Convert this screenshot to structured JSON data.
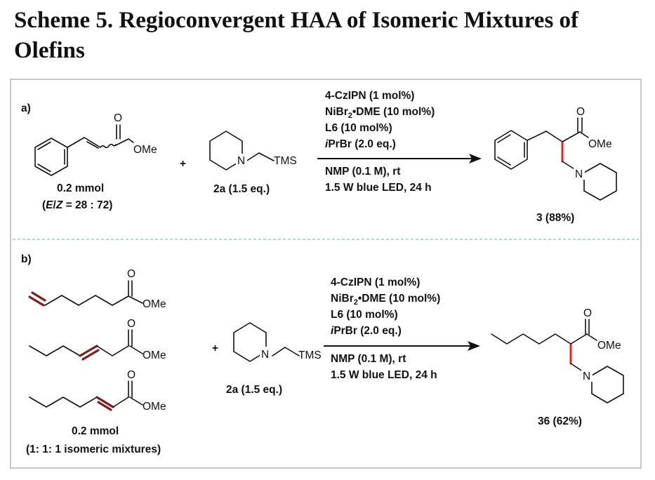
{
  "title": "Scheme 5. Regioconvergent HAA of Isomeric Mixtures of Olefins",
  "part_a": {
    "label": "a)",
    "substrate_amount": "0.2 mmol",
    "ez_ratio_parts": [
      "(",
      "E",
      "/",
      "Z",
      " = 28 : 72)"
    ],
    "reagent_label": "2a (1.5 eq.)",
    "conditions": [
      "4-CzIPN (1 mol%)",
      "NiBr",
      "2",
      "•DME (10 mol%)",
      "L6 (10 mol%)",
      "i",
      "PrBr (2.0 eq.)",
      "NMP (0.1 M), rt",
      "1.5 W blue LED, 24 h"
    ],
    "product_label": "3 (88%)"
  },
  "part_b": {
    "label": "b)",
    "substrate_amount": "0.2 mmol",
    "mixture_note": "(1: 1: 1 isomeric mixtures)",
    "reagent_label": "2a (1.5 eq.)",
    "conditions": [
      "4-CzIPN (1 mol%)",
      "NiBr",
      "2",
      "•DME (10 mol%)",
      "L6 (10 mol%)",
      "i",
      "PrBr (2.0 eq.)",
      "NMP (0.1 M), rt",
      "1.5 W blue LED, 24 h"
    ],
    "product_label": "36 (62%)"
  },
  "atoms": {
    "O": "O",
    "OMe": "OMe",
    "N": "N",
    "TMS": "TMS",
    "plus": "+"
  },
  "colors": {
    "new_bond": "#e8201e",
    "olefin_highlight": "#7a1f1f",
    "divider": "#9fc9cf",
    "frame": "#c8c8c8"
  }
}
